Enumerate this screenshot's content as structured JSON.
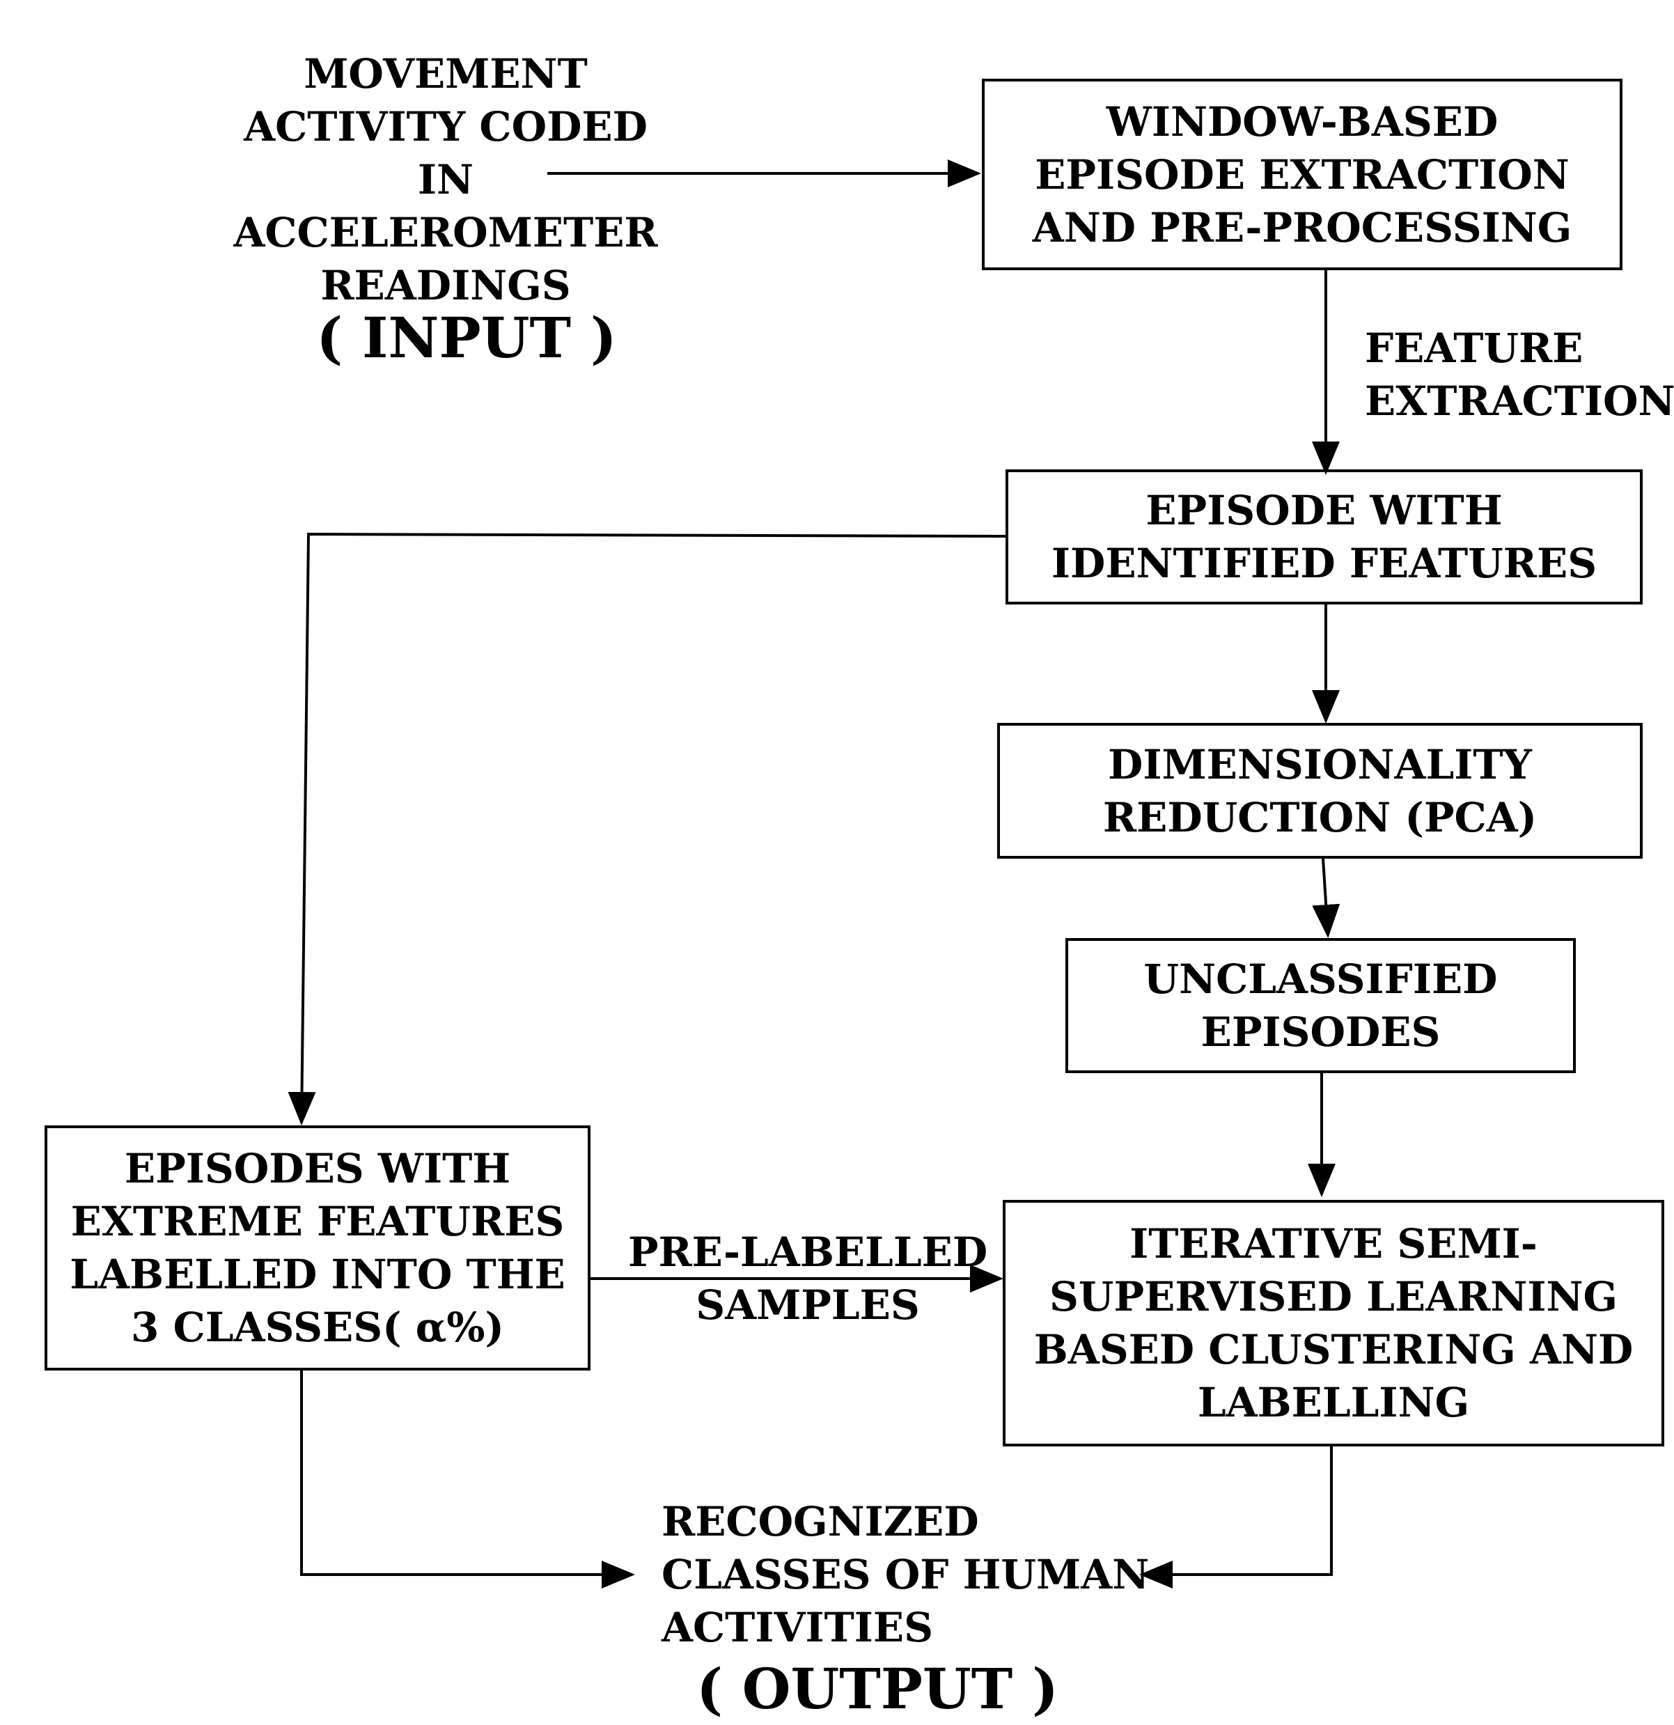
{
  "input": {
    "lines": [
      "MOVEMENT",
      "ACTIVITY CODED",
      "IN",
      "ACCELEROMETER",
      "READINGS"
    ],
    "tag": "( INPUT )"
  },
  "boxes": {
    "window": [
      "WINDOW-BASED",
      "EPISODE EXTRACTION",
      "AND PRE-PROCESSING"
    ],
    "identified": [
      "EPISODE WITH",
      "IDENTIFIED FEATURES"
    ],
    "pca": [
      "DIMENSIONALITY",
      "REDUCTION (PCA)"
    ],
    "unclassified": [
      "UNCLASSIFIED",
      "EPISODES"
    ],
    "extreme": [
      "EPISODES WITH",
      "EXTREME FEATURES",
      "LABELLED INTO THE",
      "3 CLASSES( α%)"
    ],
    "iterative": [
      "ITERATIVE SEMI-",
      "SUPERVISED LEARNING",
      "BASED CLUSTERING AND",
      "LABELLING"
    ]
  },
  "edge_labels": {
    "feature_extraction": [
      "FEATURE",
      "EXTRACTION"
    ],
    "prelabelled": [
      "PRE-LABELLED",
      "SAMPLES"
    ]
  },
  "output": {
    "lines": [
      "RECOGNIZED",
      "CLASSES OF HUMAN",
      "ACTIVITIES"
    ],
    "tag": "( OUTPUT )"
  }
}
